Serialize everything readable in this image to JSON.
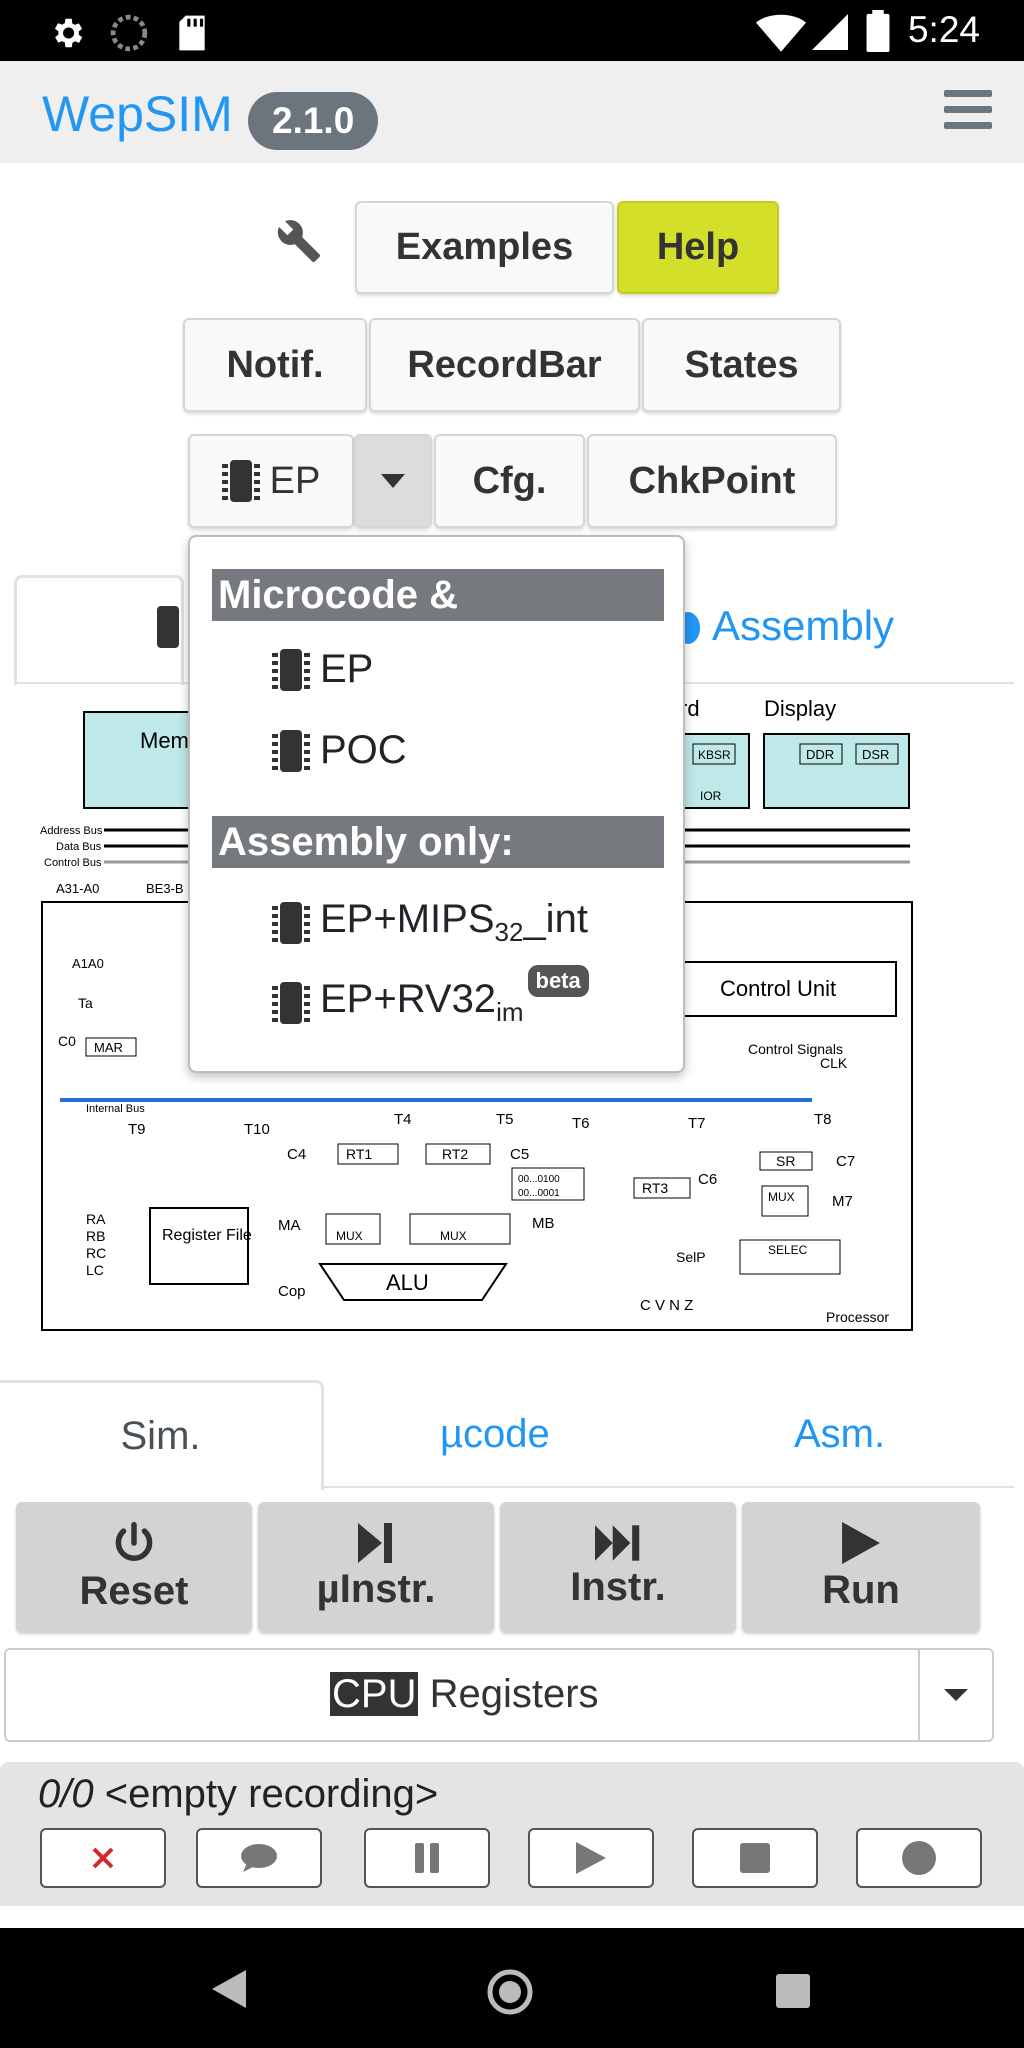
{
  "status_bar": {
    "time": "5:24",
    "icons": [
      "gear-icon",
      "sync-icon",
      "sd-card-icon",
      "wifi-icon",
      "signal-icon",
      "battery-icon"
    ]
  },
  "app": {
    "brand": "WepSIM",
    "version": "2.1.0"
  },
  "toolbar": {
    "examples_label": "Examples",
    "help_label": "Help",
    "notif_label": "Notif.",
    "recordbar_label": "RecordBar",
    "states_label": "States",
    "processor_label": "EP",
    "cfg_label": "Cfg.",
    "chkpoint_label": "ChkPoint"
  },
  "top_tabs": {
    "assembly_label": "Assembly"
  },
  "dropdown": {
    "header_microcode": "Microcode & Assembly:",
    "item_ep": "EP",
    "item_poc": "POC",
    "header_assembly": "Assembly only:",
    "item_mips_a": "EP+MIPS",
    "item_mips_sub": "32",
    "item_mips_b": "_int",
    "item_rv_a": "EP+RV32",
    "item_rv_sub": "im",
    "item_rv_badge": "beta"
  },
  "diagram": {
    "memory_label": "Mem",
    "keyboard_label": "rd",
    "kbsr": "KBSR",
    "ior": "IOR",
    "display_label": "Display",
    "ddr": "DDR",
    "dsr": "DSR",
    "address_bus": "Address Bus",
    "data_bus": "Data Bus",
    "control_bus": "Control Bus",
    "a31a0": "A31-A0",
    "be3": "BE3-B",
    "a1a0": "A1A0",
    "ta": "Ta",
    "c0": "C0",
    "mar": "MAR",
    "control_unit": "Control Unit",
    "control_signals": "Control Signals",
    "clk": "CLK",
    "internal_bus": "Internal Bus",
    "t9": "T9",
    "t10": "T10",
    "t4": "T4",
    "t5": "T5",
    "t6": "T6",
    "t7": "T7",
    "t8": "T8",
    "rt1": "RT1",
    "rt2": "RT2",
    "rt3": "RT3",
    "c4": "C4",
    "c5": "C5",
    "c6": "C6",
    "c7": "C7",
    "sr": "SR",
    "mux": "MUX",
    "m7": "M7",
    "register_file": "Register File",
    "alu": "ALU",
    "cop": "Cop",
    "ma": "MA",
    "mb": "MB",
    "selec": "SELEC",
    "selp": "SelP",
    "processor": "Processor",
    "cvnz": "C V N Z",
    "ra": "RA",
    "rb": "RB",
    "rc": "RC",
    "lc": "LC",
    "const_0100": "00...0100",
    "const_0001": "00...0001"
  },
  "bottom_tabs": {
    "sim_label": "Sim.",
    "ucode_label": "µcode",
    "asm_label": "Asm."
  },
  "exec": {
    "reset_label": "Reset",
    "uinstr_label": "µInstr.",
    "instr_label": "Instr.",
    "run_label": "Run"
  },
  "registers": {
    "cpu_label": "CPU",
    "rest_label": " Registers"
  },
  "recordbar": {
    "counter": "0/0",
    "status": " <empty recording>"
  }
}
